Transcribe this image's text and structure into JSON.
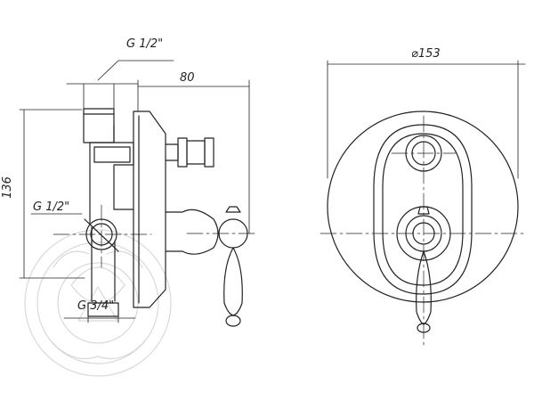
{
  "dimensions": {
    "thread_top": "G 1/2\"",
    "width": "80",
    "diameter": "⌀153",
    "height": "136",
    "thread_left": "G 1/2\"",
    "thread_bottom": "G 3/4\""
  },
  "colors": {
    "line": "#222222",
    "watermark": "#d9d9d9"
  }
}
